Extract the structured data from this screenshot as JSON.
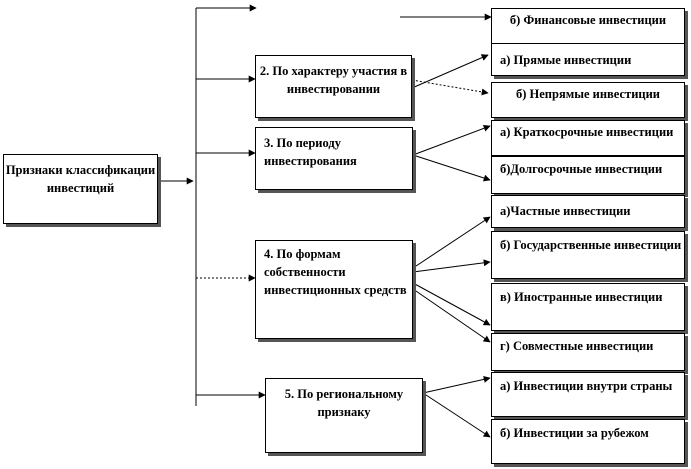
{
  "root": {
    "text": "Признаки классификации инвестиций"
  },
  "criteria": [
    {
      "id": "c2",
      "text": "2. По  характеру участия  в инвестировании"
    },
    {
      "id": "c3",
      "text": "3. По периоду инвестирования"
    },
    {
      "id": "c4",
      "text": "4. По формам собственности инвестиционных средств"
    },
    {
      "id": "c5",
      "text": "5. По региональному признаку"
    }
  ],
  "types": [
    {
      "id": "t0",
      "text": "б) Финансовые инвестиции"
    },
    {
      "id": "t1",
      "text": "а) Прямые инвестиции"
    },
    {
      "id": "t2",
      "text": "б) Непрямые инвестиции"
    },
    {
      "id": "t3",
      "text": "а) Краткосрочные инвестиции"
    },
    {
      "id": "t4",
      "text": "б)Долгосрочные инвестиции"
    },
    {
      "id": "t5",
      "text": "а)Частные инвестиции"
    },
    {
      "id": "t6",
      "text": "б) Государственные инвестиции"
    },
    {
      "id": "t7",
      "text": "в) Иностранные инвестиции"
    },
    {
      "id": "t8",
      "text": "г) Совместные инвестиции"
    },
    {
      "id": "t9",
      "text": "а) Инвестиции внутри страны"
    },
    {
      "id": "t10",
      "text": "б) Инвестиции за рубежом"
    }
  ]
}
